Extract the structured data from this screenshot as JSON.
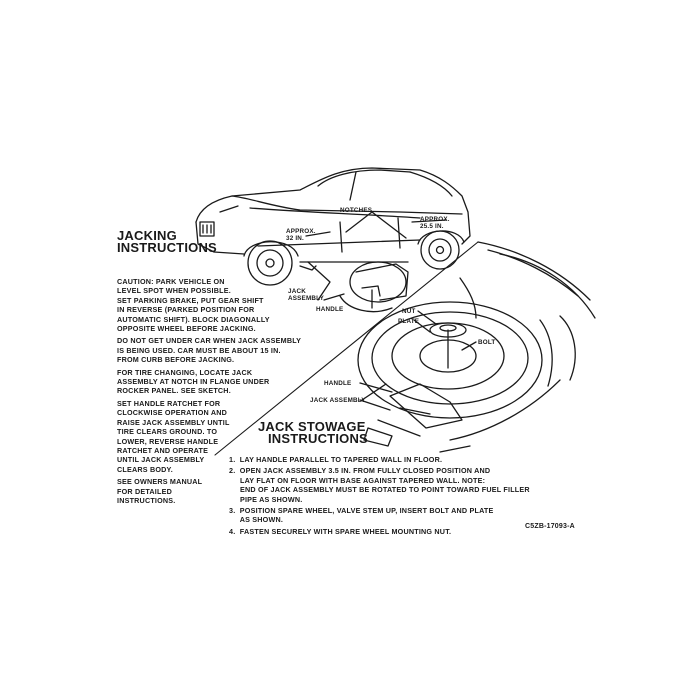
{
  "jacking": {
    "title_line1": "JACKING",
    "title_line2": "INSTRUCTIONS",
    "paragraphs": [
      "CAUTION: PARK VEHICLE ON\nLEVEL SPOT WHEN POSSIBLE.\nSET PARKING BRAKE, PUT GEAR SHIFT\nIN REVERSE (PARKED POSITION FOR\nAUTOMATIC SHIFT). BLOCK DIAGONALLY\nOPPOSITE WHEEL BEFORE JACKING.",
      "DO NOT GET UNDER CAR WHEN JACK ASSEMBLY\nIS BEING USED. CAR MUST BE ABOUT 15 IN.\nFROM CURB BEFORE JACKING.",
      "FOR TIRE CHANGING, LOCATE JACK\nASSEMBLY AT NOTCH IN FLANGE UNDER\nROCKER PANEL. SEE SKETCH.",
      "SET HANDLE RATCHET FOR\nCLOCKWISE OPERATION AND\nRAISE JACK ASSEMBLY UNTIL\nTIRE CLEARS GROUND. TO\nLOWER, REVERSE HANDLE\nRATCHET AND OPERATE\nUNTIL JACK ASSEMBLY\nCLEARS BODY.",
      "SEE OWNERS MANUAL\nFOR DETAILED\nINSTRUCTIONS."
    ]
  },
  "car_labels": {
    "notches": "NOTCHES",
    "approx_front": "APPROX.\n32 IN.",
    "approx_rear": "APPROX.\n25.5 IN.",
    "jack_assembly": "JACK\nASSEMBLY",
    "handle": "HANDLE"
  },
  "stowage_labels": {
    "nut": "NUT",
    "plate": "PLATE",
    "bolt": "BOLT",
    "handle": "HANDLE",
    "jack_assembly": "JACK ASSEMBLY"
  },
  "stowage": {
    "title_line1": "JACK STOWAGE",
    "title_line2": "INSTRUCTIONS",
    "steps": [
      "1.  LAY HANDLE PARALLEL TO TAPERED WALL IN FLOOR.",
      "2.  OPEN JACK ASSEMBLY 3.5 IN. FROM FULLY CLOSED POSITION AND\n     LAY FLAT ON FLOOR WITH BASE AGAINST TAPERED WALL. NOTE:\n     END OF JACK ASSEMBLY MUST BE ROTATED TO POINT TOWARD FUEL FILLER\n     PIPE AS SHOWN.",
      "3.  POSITION SPARE WHEEL, VALVE STEM UP, INSERT BOLT AND PLATE\n     AS SHOWN.",
      "4.  FASTEN SECURELY WITH SPARE WHEEL MOUNTING NUT."
    ]
  },
  "part_number": "C5ZB-17093-A"
}
